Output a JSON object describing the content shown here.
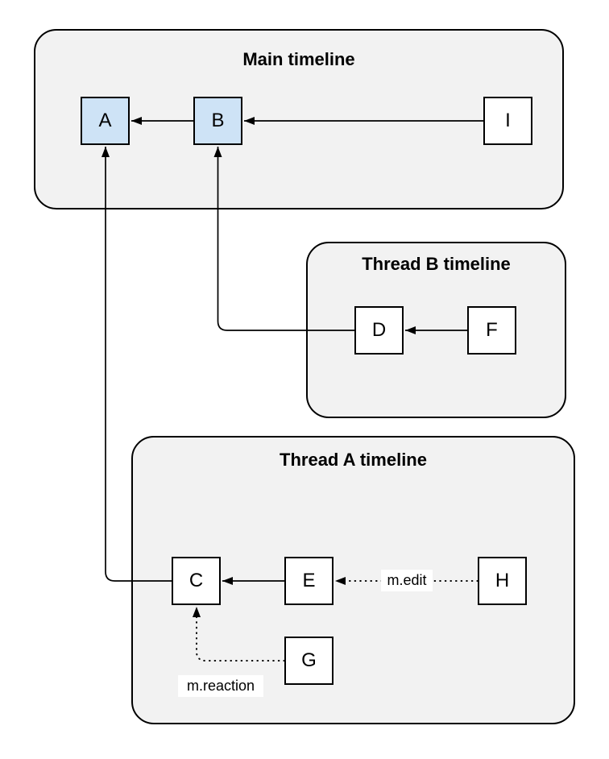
{
  "diagram": {
    "containers": {
      "main": {
        "title": "Main timeline"
      },
      "thread_b": {
        "title": "Thread B timeline"
      },
      "thread_a": {
        "title": "Thread A timeline"
      }
    },
    "nodes": {
      "a": {
        "label": "A",
        "highlighted": true,
        "container": "main"
      },
      "b": {
        "label": "B",
        "highlighted": true,
        "container": "main"
      },
      "i": {
        "label": "I",
        "highlighted": false,
        "container": "main"
      },
      "d": {
        "label": "D",
        "highlighted": false,
        "container": "thread_b"
      },
      "f": {
        "label": "F",
        "highlighted": false,
        "container": "thread_b"
      },
      "c": {
        "label": "C",
        "highlighted": false,
        "container": "thread_a"
      },
      "e": {
        "label": "E",
        "highlighted": false,
        "container": "thread_a"
      },
      "h": {
        "label": "H",
        "highlighted": false,
        "container": "thread_a"
      },
      "g": {
        "label": "G",
        "highlighted": false,
        "container": "thread_a"
      }
    },
    "edges": {
      "b_to_a": {
        "from": "B",
        "to": "A",
        "style": "solid",
        "label": ""
      },
      "i_to_b": {
        "from": "I",
        "to": "B",
        "style": "solid",
        "label": ""
      },
      "f_to_d": {
        "from": "F",
        "to": "D",
        "style": "solid",
        "label": ""
      },
      "d_to_b": {
        "from": "D",
        "to": "B",
        "style": "solid",
        "label": ""
      },
      "e_to_c": {
        "from": "E",
        "to": "C",
        "style": "solid",
        "label": ""
      },
      "c_to_a": {
        "from": "C",
        "to": "A",
        "style": "solid",
        "label": ""
      },
      "h_to_e": {
        "from": "H",
        "to": "E",
        "style": "dotted",
        "label": "m.edit"
      },
      "g_to_c": {
        "from": "G",
        "to": "C",
        "style": "dotted",
        "label": "m.reaction"
      }
    },
    "colors": {
      "container_fill": "#f2f2f2",
      "container_border": "#000000",
      "node_fill": "#ffffff",
      "node_fill_highlight": "#cee3f6",
      "node_border": "#000000",
      "edge": "#000000",
      "label_background": "#ffffff",
      "text": "#000000",
      "page_background": "#ffffff"
    }
  }
}
